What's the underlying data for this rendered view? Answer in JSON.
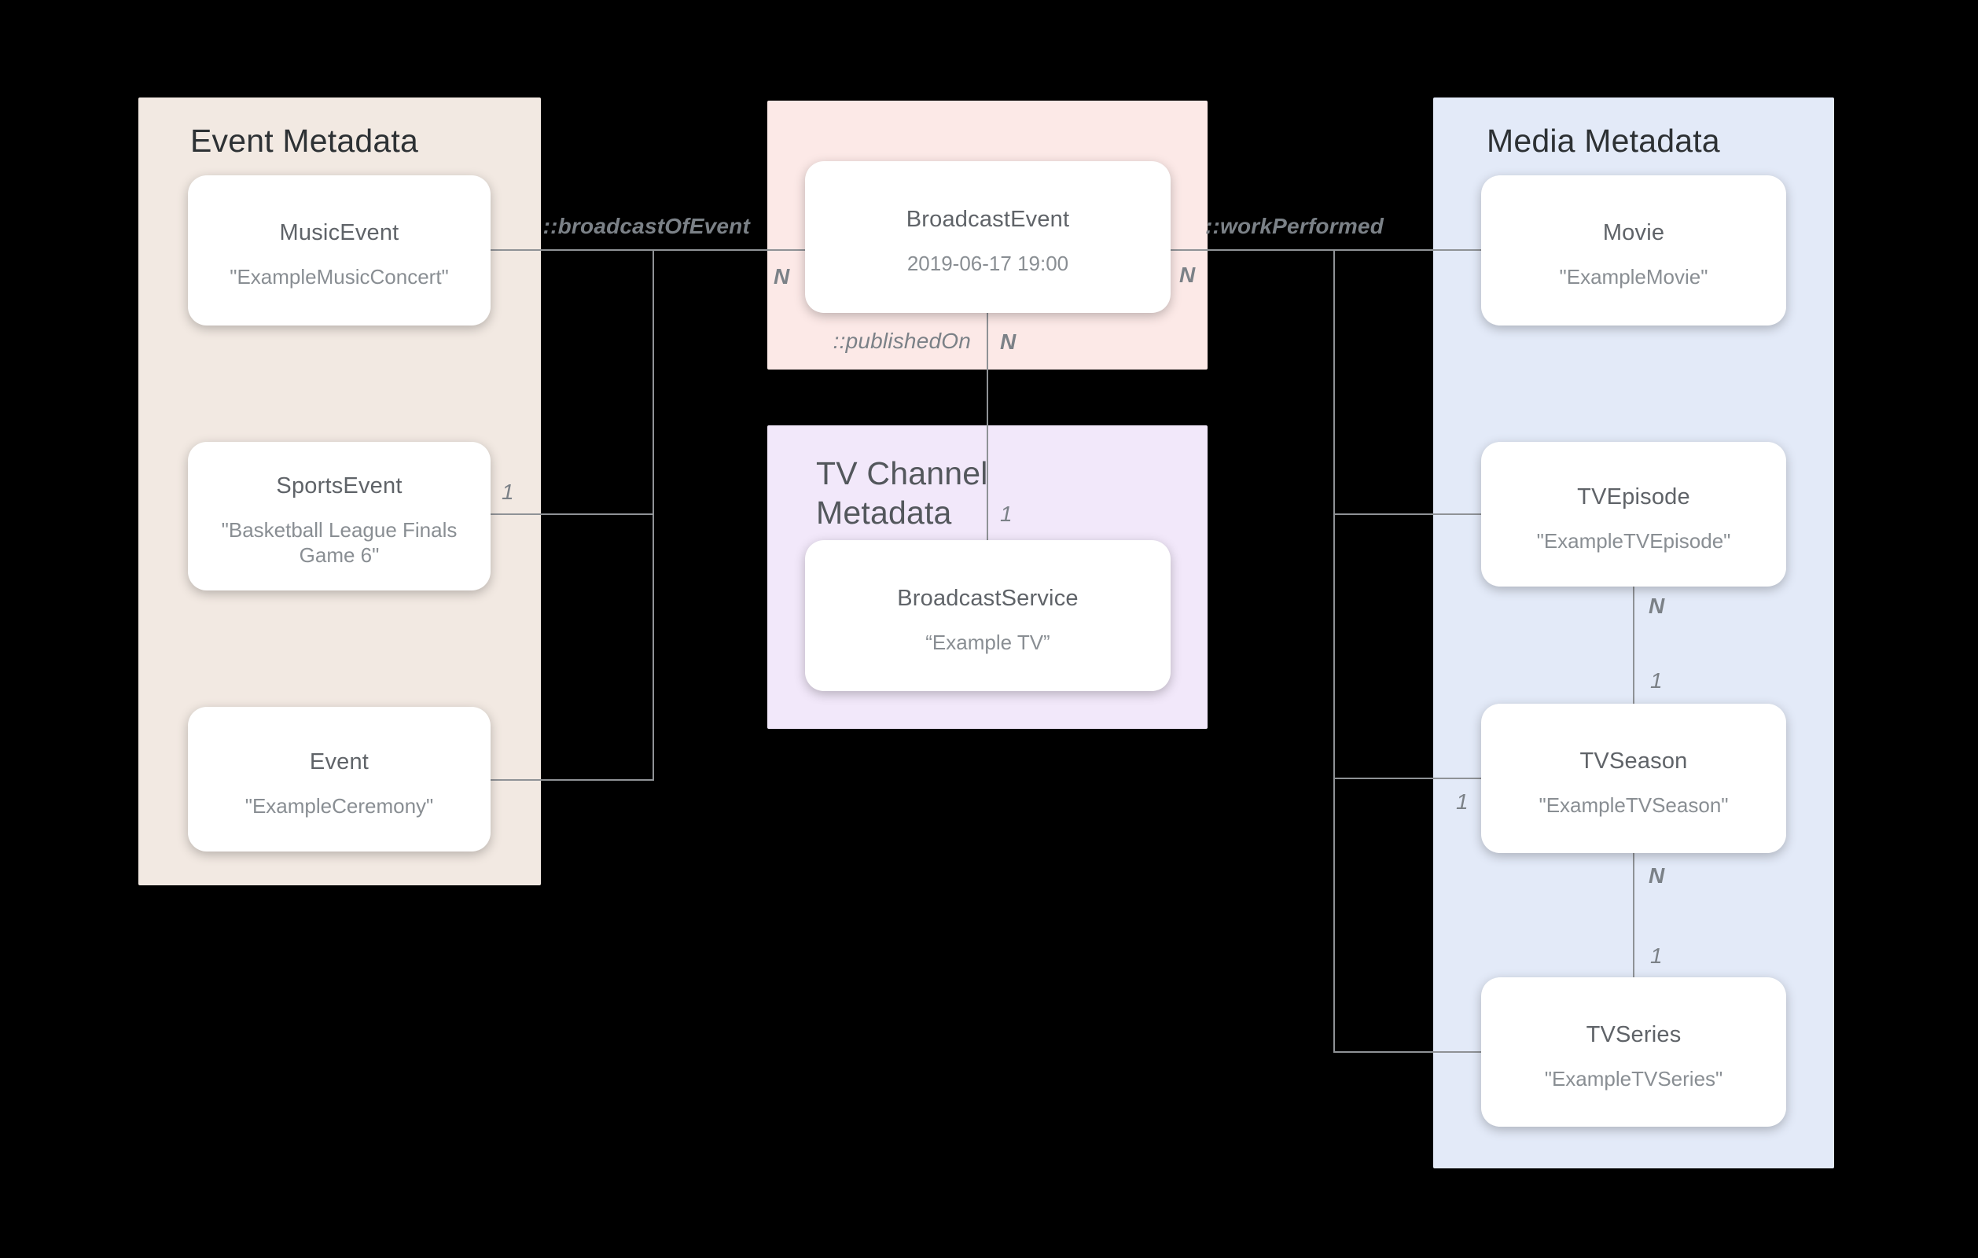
{
  "diagram": {
    "colors": {
      "background": "#000000",
      "event_panel": "#F2E9E2",
      "broadcast_panel": "#FCE9E7",
      "tv_channel_panel": "#F2E8FA",
      "media_panel": "#E3EAF8",
      "connector_line": "#8F9296",
      "node_title": "#5F6368",
      "node_value": "#898E93",
      "label_gray": "#7B8187"
    },
    "panels": {
      "event_metadata": {
        "title": "Event Metadata"
      },
      "tv_channel_metadata": {
        "title": "TV Channel\nMetadata"
      },
      "media_metadata": {
        "title": "Media Metadata"
      }
    },
    "nodes": {
      "music_event": {
        "title": "MusicEvent",
        "value": "\"ExampleMusicConcert\""
      },
      "sports_event": {
        "title": "SportsEvent",
        "value": "\"Basketball League Finals Game 6\""
      },
      "event": {
        "title": "Event",
        "value": "\"ExampleCeremony\""
      },
      "broadcast_event": {
        "title": "BroadcastEvent",
        "value": "2019-06-17 19:00"
      },
      "broadcast_service": {
        "title": "BroadcastService",
        "value": "“Example TV”"
      },
      "movie": {
        "title": "Movie",
        "value": "\"ExampleMovie\""
      },
      "tv_episode": {
        "title": "TVEpisode",
        "value": "\"ExampleTVEpisode\""
      },
      "tv_season": {
        "title": "TVSeason",
        "value": "\"ExampleTVSeason\""
      },
      "tv_series": {
        "title": "TVSeries",
        "value": "\"ExampleTVSeries\""
      }
    },
    "relations": {
      "broadcast_of_event": {
        "label": "::broadcastOfEvent"
      },
      "work_performed": {
        "label": "::workPerformed"
      },
      "published_on": {
        "label": "::publishedOn"
      }
    },
    "cardinality": {
      "broadcast_of_event_n": "N",
      "sports_event_one": "1",
      "work_performed_n": "N",
      "published_on_n": "N",
      "published_on_one": "1",
      "tv_season_one": "1",
      "episode_season_n": "N",
      "episode_season_one": "1",
      "season_series_n": "N",
      "season_series_one": "1"
    }
  }
}
